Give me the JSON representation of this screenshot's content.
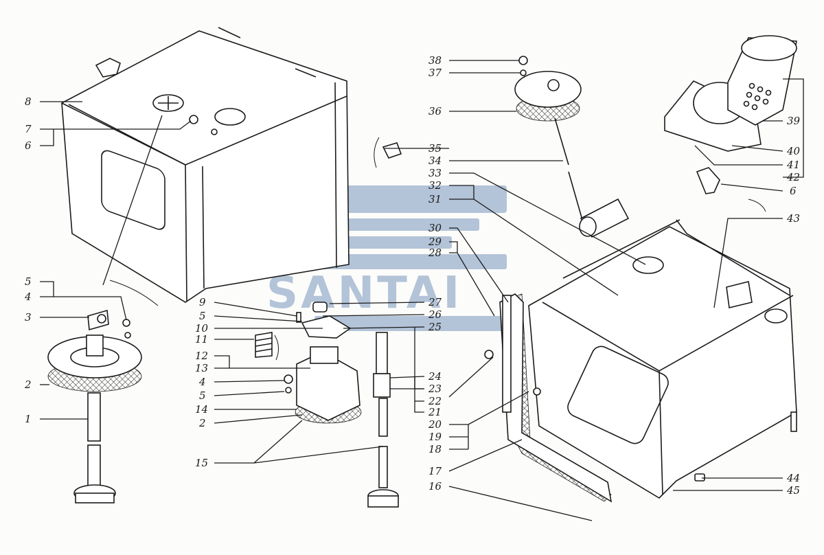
{
  "watermark": {
    "text": "SANTAI",
    "color": "#5b7fb0"
  },
  "callouts": [
    {
      "id": "c38",
      "text": "38"
    },
    {
      "id": "c37",
      "text": "37"
    },
    {
      "id": "c36",
      "text": "36"
    },
    {
      "id": "c35",
      "text": "35"
    },
    {
      "id": "c34",
      "text": "34"
    },
    {
      "id": "c33",
      "text": "33"
    },
    {
      "id": "c32",
      "text": "32"
    },
    {
      "id": "c31",
      "text": "31"
    },
    {
      "id": "c30",
      "text": "30"
    },
    {
      "id": "c29",
      "text": "29"
    },
    {
      "id": "c28",
      "text": "28"
    },
    {
      "id": "c27",
      "text": "27"
    },
    {
      "id": "c26",
      "text": "26"
    },
    {
      "id": "c25",
      "text": "25"
    },
    {
      "id": "c24",
      "text": "24"
    },
    {
      "id": "c23",
      "text": "23"
    },
    {
      "id": "c22",
      "text": "22"
    },
    {
      "id": "c21",
      "text": "21"
    },
    {
      "id": "c20",
      "text": "20"
    },
    {
      "id": "c19",
      "text": "19"
    },
    {
      "id": "c18",
      "text": "18"
    },
    {
      "id": "c17",
      "text": "17"
    },
    {
      "id": "c16",
      "text": "16"
    },
    {
      "id": "c15",
      "text": "15"
    },
    {
      "id": "c14",
      "text": "14"
    },
    {
      "id": "c13",
      "text": "13"
    },
    {
      "id": "c12",
      "text": "12"
    },
    {
      "id": "c11",
      "text": "11"
    },
    {
      "id": "c10",
      "text": "10"
    },
    {
      "id": "c9",
      "text": "9"
    },
    {
      "id": "c8",
      "text": "8"
    },
    {
      "id": "c7",
      "text": "7"
    },
    {
      "id": "c6",
      "text": "6"
    },
    {
      "id": "c6b",
      "text": "6"
    },
    {
      "id": "c5a",
      "text": "5"
    },
    {
      "id": "c5b",
      "text": "5"
    },
    {
      "id": "c5c",
      "text": "5"
    },
    {
      "id": "c4a",
      "text": "4"
    },
    {
      "id": "c4b",
      "text": "4"
    },
    {
      "id": "c3",
      "text": "3"
    },
    {
      "id": "c2a",
      "text": "2"
    },
    {
      "id": "c2b",
      "text": "2"
    },
    {
      "id": "c1",
      "text": "1"
    },
    {
      "id": "c39",
      "text": "39"
    },
    {
      "id": "c40",
      "text": "40"
    },
    {
      "id": "c41",
      "text": "41"
    },
    {
      "id": "c42",
      "text": "42"
    },
    {
      "id": "c43",
      "text": "43"
    },
    {
      "id": "c44",
      "text": "44"
    },
    {
      "id": "c45",
      "text": "45"
    }
  ]
}
